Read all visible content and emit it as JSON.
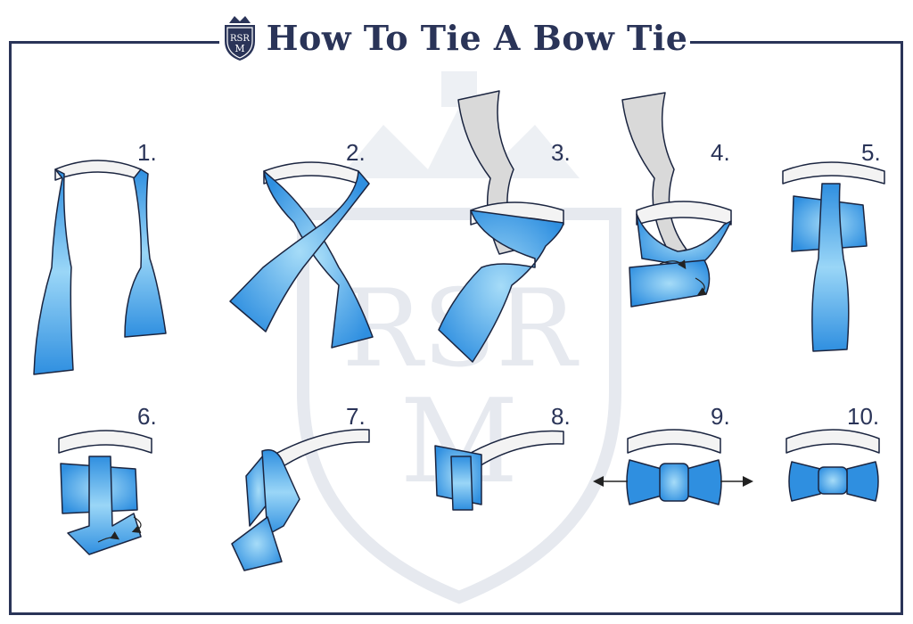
{
  "header": {
    "title": "How To Tie A Bow Tie",
    "logo_letters": "RSRM"
  },
  "watermark": {
    "letters": "RSRM"
  },
  "steps": [
    "1.",
    "2.",
    "3.",
    "4.",
    "5.",
    "6.",
    "7.",
    "8.",
    "9.",
    "10."
  ],
  "colors": {
    "navy": "#2a3458",
    "tie_blue": "#2f8fe0",
    "tie_light": "#8fd0f5",
    "collar_white": "#f3f3f3",
    "grey_end": "#d9d9d9",
    "watermark": "#e9ecf1"
  }
}
